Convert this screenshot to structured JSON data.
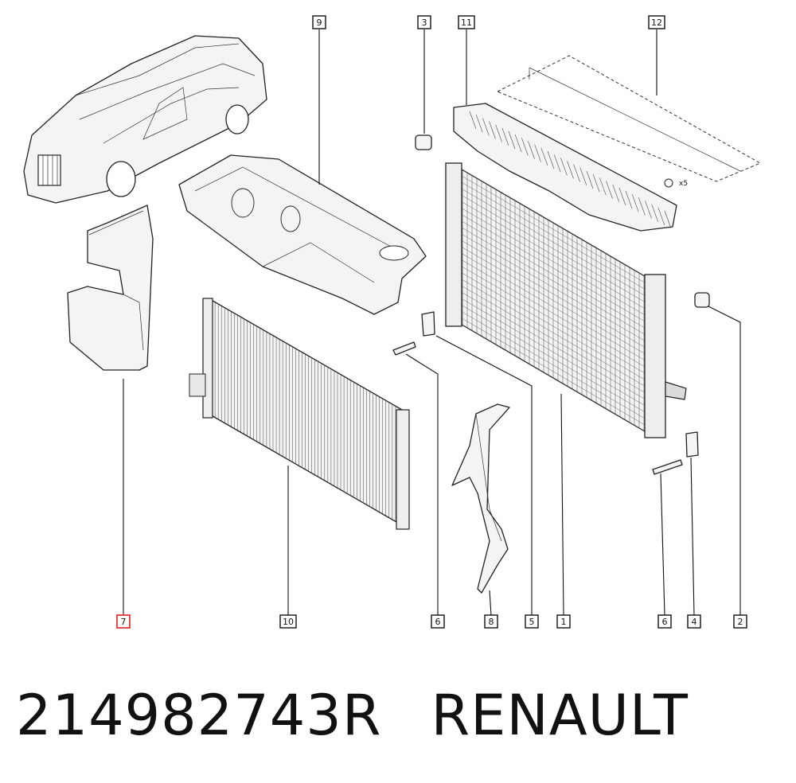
{
  "callouts": [
    {
      "label": "9"
    },
    {
      "label": "3"
    },
    {
      "label": "11"
    },
    {
      "label": "12"
    },
    {
      "label": "7"
    },
    {
      "label": "10"
    },
    {
      "label": "6"
    },
    {
      "label": "8"
    },
    {
      "label": "5"
    },
    {
      "label": "1"
    },
    {
      "label": "6"
    },
    {
      "label": "4"
    },
    {
      "label": "2"
    }
  ],
  "annotations": {
    "clip_count": "x5"
  },
  "caption": {
    "part_number": "214982743R",
    "brand": "RENAULT"
  },
  "colors": {
    "highlight": "#e02020",
    "line": "#111111"
  }
}
